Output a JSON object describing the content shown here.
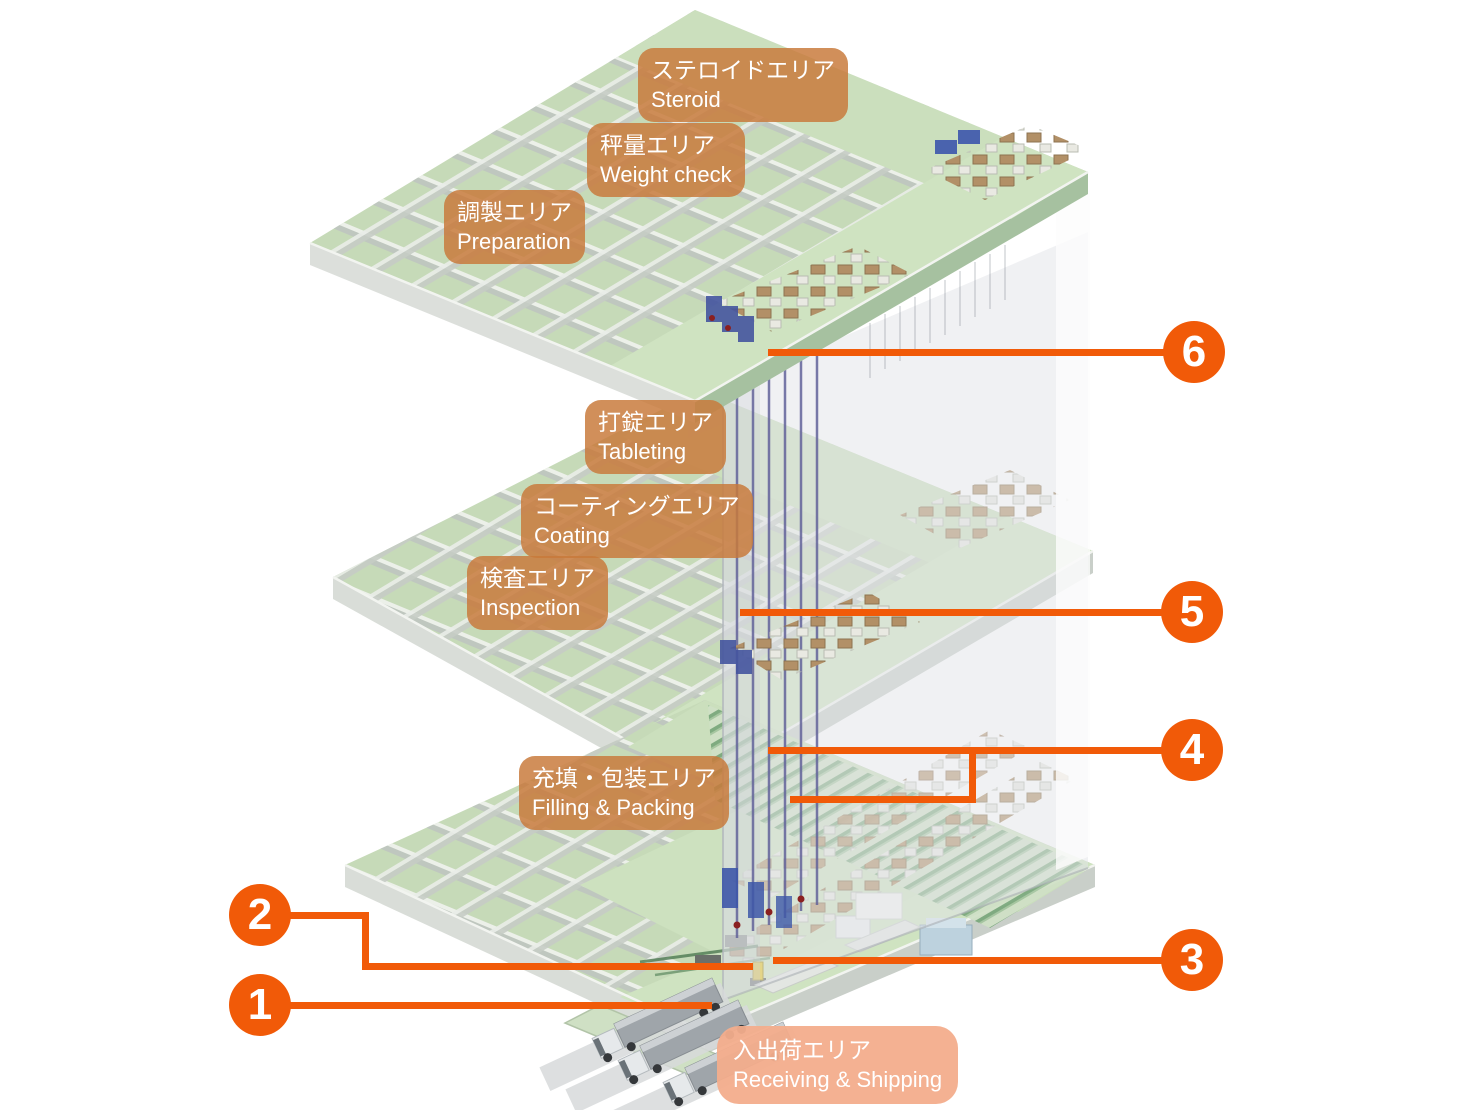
{
  "page": {
    "background": "#ffffff"
  },
  "areas": [
    {
      "id": "steroid",
      "ja": "ステロイドエリア",
      "en": "Steroid",
      "floor_position": "top"
    },
    {
      "id": "weight_check",
      "ja": "秤量エリア",
      "en": "Weight check",
      "floor_position": "top"
    },
    {
      "id": "preparation",
      "ja": "調製エリア",
      "en": "Preparation",
      "floor_position": "top"
    },
    {
      "id": "tableting",
      "ja": "打錠エリア",
      "en": "Tableting",
      "floor_position": "middle"
    },
    {
      "id": "coating",
      "ja": "コーティングエリア",
      "en": "Coating",
      "floor_position": "middle"
    },
    {
      "id": "inspection",
      "ja": "検査エリア",
      "en": "Inspection",
      "floor_position": "middle"
    },
    {
      "id": "filling_packing",
      "ja": "充填・包装エリア",
      "en": "Filling & Packing",
      "floor_position": "bottom"
    },
    {
      "id": "receiving_shipping",
      "ja": "入出荷エリア",
      "en": "Receiving & Shipping",
      "floor_position": "ground"
    }
  ],
  "callouts": [
    {
      "number": "1"
    },
    {
      "number": "2"
    },
    {
      "number": "3"
    },
    {
      "number": "4"
    },
    {
      "number": "5"
    },
    {
      "number": "6"
    }
  ],
  "colors": {
    "accent_orange": "#F15A08",
    "area_label_bg": "rgba(200,122,58,0.84)",
    "ground_label_bg": "rgba(243,173,140,0.95)",
    "floor_green": "#C6DAB8",
    "corridor_green": "#CFE3C1",
    "wall_gray": "#C2C8C2",
    "shaft_gray": "rgba(226,229,232,0.52)",
    "mast_purple": "#63639A"
  }
}
